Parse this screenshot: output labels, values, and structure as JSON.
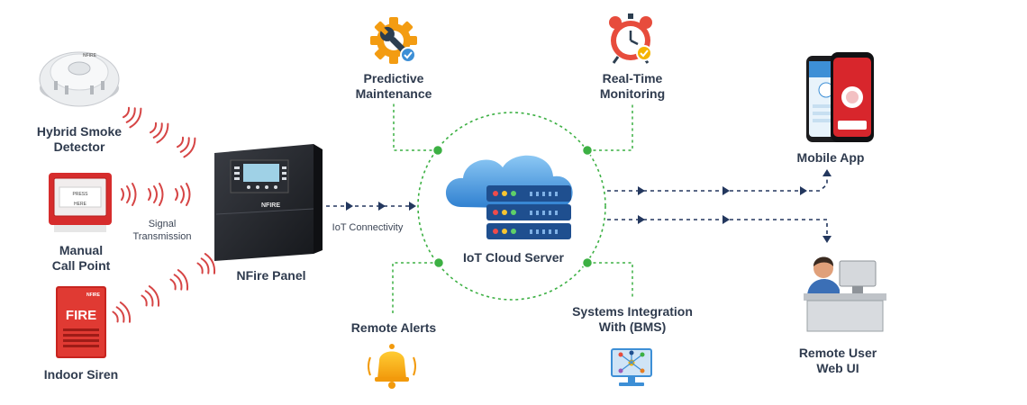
{
  "devices": {
    "smoke_detector": {
      "line1": "Hybrid Smoke",
      "line2": "Detector",
      "brand": "NFIRE"
    },
    "call_point": {
      "line1": "Manual",
      "line2": "Call Point",
      "text_top": "PRESS",
      "text_bottom": "HERE"
    },
    "siren": {
      "label": "Indoor Siren",
      "face_text": "FIRE",
      "brand": "NFIRE"
    }
  },
  "signal": {
    "line1": "Signal",
    "line2": "Transmission"
  },
  "panel": {
    "label": "NFire Panel",
    "brand": "NFIRE"
  },
  "iot_connectivity": "IoT Connectivity",
  "cloud": {
    "label": "IoT Cloud Server"
  },
  "features": {
    "predictive": {
      "line1": "Predictive",
      "line2": "Maintenance",
      "icon": "gear-wrench-icon"
    },
    "realtime": {
      "line1": "Real-Time",
      "line2": "Monitoring",
      "icon": "alarm-clock-icon"
    },
    "alerts": {
      "label": "Remote Alerts",
      "icon": "bell-icon"
    },
    "bms": {
      "line1": "Systems Integration",
      "line2": "With (BMS)",
      "icon": "monitor-network-icon"
    }
  },
  "outputs": {
    "mobile": {
      "label": "Mobile App",
      "icon": "smartphone-icon"
    },
    "web": {
      "line1": "Remote User",
      "line2": "Web UI",
      "icon": "desk-user-icon"
    }
  },
  "colors": {
    "text": "#2f3b4e",
    "wave": "#d64545",
    "connector_green": "#3cb043",
    "arrow_navy": "#23375e",
    "cloud_blue": "#3d8fd6",
    "server_blue": "#1f4f8f"
  }
}
